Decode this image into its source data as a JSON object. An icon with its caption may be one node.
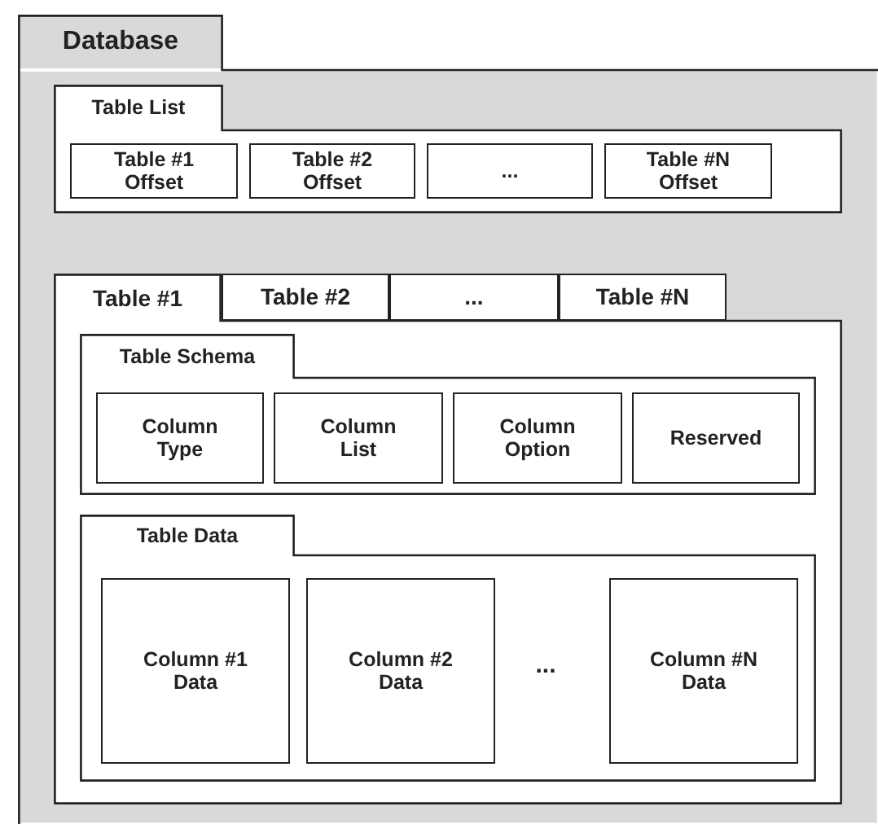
{
  "diagram": {
    "nodes": [
      {
        "text": [
          "Database"
        ]
      },
      {
        "text": [
          "Table List"
        ],
        "in": 0
      },
      {
        "text": [
          "Table #1 Offset"
        ],
        "in": 1
      },
      {
        "text": [
          "Table #2 Offset"
        ],
        "in": 1
      },
      {
        "text": [
          "..."
        ],
        "in": 1
      },
      {
        "text": [
          "Table #N Offset"
        ],
        "in": 1
      },
      {
        "text": [
          "Table #1"
        ],
        "in": 0
      },
      {
        "text": [
          "Table #2"
        ],
        "in": 0
      },
      {
        "text": [
          "..."
        ],
        "in": 0
      },
      {
        "text": [
          "Table #N"
        ],
        "in": 0
      },
      {
        "text": [
          "Table Schema"
        ],
        "in": 6
      },
      {
        "text": [
          "Column Type"
        ],
        "in": 10
      },
      {
        "text": [
          "Column List"
        ],
        "in": 10
      },
      {
        "text": [
          "Column Option"
        ],
        "in": 10
      },
      {
        "text": [
          "Reserved"
        ],
        "in": 10
      },
      {
        "text": [
          "Table Data"
        ],
        "in": 6
      },
      {
        "text": [
          "Column #1 Data"
        ],
        "in": 15
      },
      {
        "text": [
          "Column #2 Data"
        ],
        "in": 15
      },
      {
        "text": [
          "Column #N Data"
        ],
        "in": 15
      }
    ],
    "labels": [
      "..."
    ]
  }
}
